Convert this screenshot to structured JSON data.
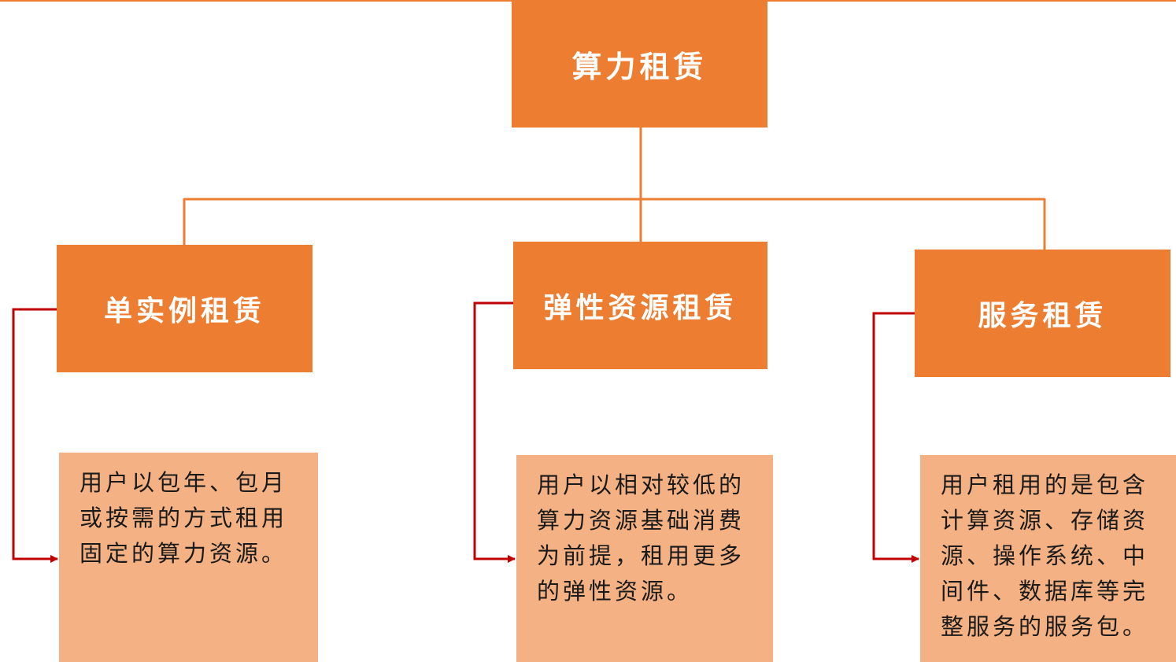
{
  "colors": {
    "accent": "#ed7d31",
    "light_fill": "#f4b183",
    "arrow": "#c00000"
  },
  "root": {
    "label": "算力租赁"
  },
  "categories": [
    {
      "label": "单实例租赁",
      "description": "用户以包年、包月或按需的方式租用固定的算力资源。"
    },
    {
      "label": "弹性资源租赁",
      "description": "用户以相对较低的算力资源基础消费为前提，租用更多的弹性资源。"
    },
    {
      "label": "服务租赁",
      "description": "用户租用的是包含计算资源、存储资源、操作系统、中间件、数据库等完整服务的服务包。"
    }
  ]
}
